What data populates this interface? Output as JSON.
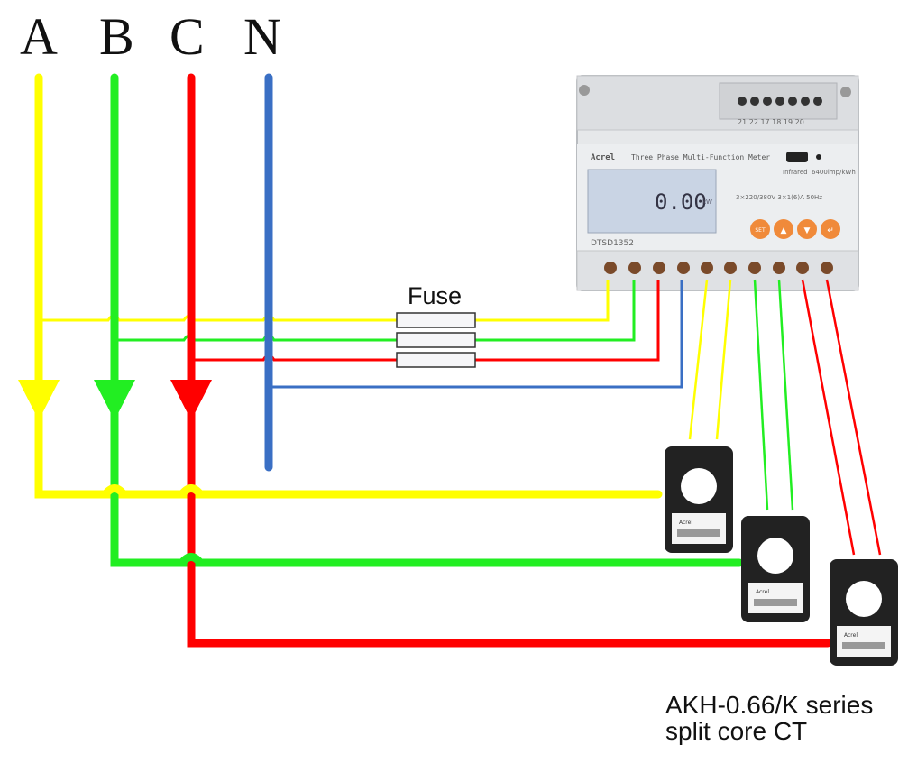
{
  "phases": [
    {
      "label": "A",
      "color": "#ffff00"
    },
    {
      "label": "B",
      "color": "#22ee22"
    },
    {
      "label": "C",
      "color": "#ff0000"
    },
    {
      "label": "N",
      "color": "#3a6fc4"
    }
  ],
  "fuse": {
    "label": "Fuse"
  },
  "meter": {
    "brand": "Acrel",
    "title": "Three Phase Multi-Function Meter",
    "model": "DTSD1352",
    "display_value": "0.00",
    "display_unit": "kW",
    "top_terminal_numbers": "21 22 17 18 19 20",
    "infrared_label": "Infrared",
    "pulse_label": "6400imp/kWh",
    "rating": "3×220/380V 3×1(6)A 50Hz",
    "buttons": [
      "SET",
      "▲",
      "▼",
      "↵"
    ]
  },
  "ct": {
    "caption_line1": "AKH-0.66/K  series",
    "caption_line2": "split core CT",
    "brand": "Acrel"
  }
}
